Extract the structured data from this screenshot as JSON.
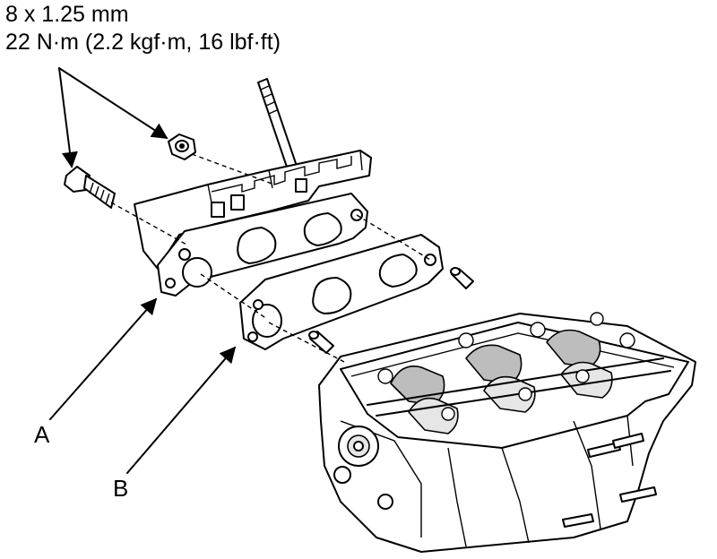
{
  "spec": {
    "thread": "8 x 1.25 mm",
    "torque": "22 N·m (2.2 kgf·m, 16 lbf·ft)"
  },
  "labels": {
    "a": "A",
    "b": "B"
  }
}
